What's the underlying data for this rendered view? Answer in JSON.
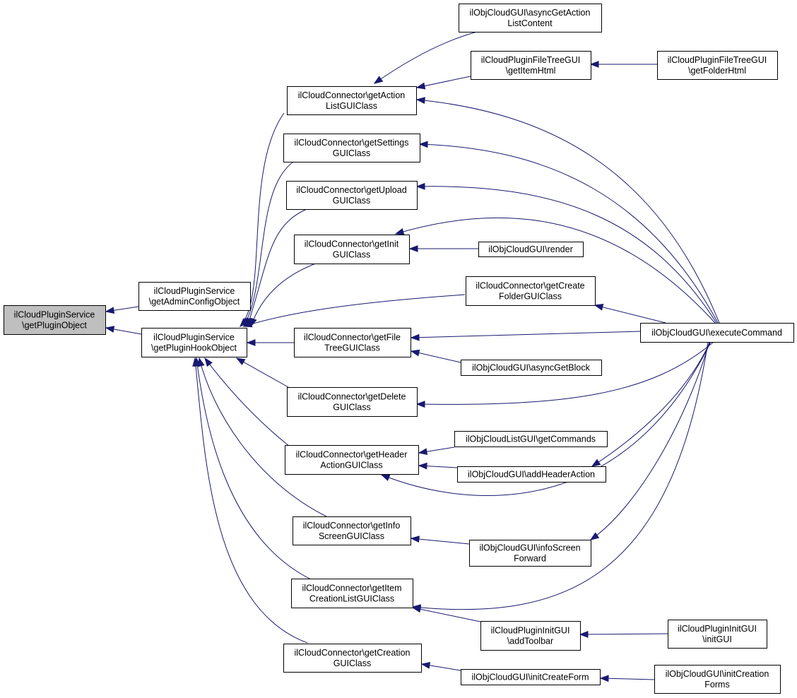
{
  "diagram": {
    "nodes": [
      {
        "id": "root",
        "lines": [
          "ilCloudPluginService",
          "\\getPluginObject"
        ],
        "root": true
      },
      {
        "id": "adminConfig",
        "lines": [
          "ilCloudPluginService",
          "\\getAdminConfigObject"
        ]
      },
      {
        "id": "hookObj",
        "lines": [
          "ilCloudPluginService",
          "\\getPluginHookObject"
        ]
      },
      {
        "id": "actionList",
        "lines": [
          "ilCloudConnector\\getAction",
          "ListGUIClass"
        ]
      },
      {
        "id": "settings",
        "lines": [
          "ilCloudConnector\\getSettings",
          "GUIClass"
        ]
      },
      {
        "id": "upload",
        "lines": [
          "ilCloudConnector\\getUpload",
          "GUIClass"
        ]
      },
      {
        "id": "init",
        "lines": [
          "ilCloudConnector\\getInit",
          "GUIClass"
        ]
      },
      {
        "id": "createFolder",
        "lines": [
          "ilCloudConnector\\getCreate",
          "FolderGUIClass"
        ]
      },
      {
        "id": "fileTree",
        "lines": [
          "ilCloudConnector\\getFile",
          "TreeGUIClass"
        ]
      },
      {
        "id": "delete",
        "lines": [
          "ilCloudConnector\\getDelete",
          "GUIClass"
        ]
      },
      {
        "id": "headerAction",
        "lines": [
          "ilCloudConnector\\getHeader",
          "ActionGUIClass"
        ]
      },
      {
        "id": "infoScreen",
        "lines": [
          "ilCloudConnector\\getInfo",
          "ScreenGUIClass"
        ]
      },
      {
        "id": "itemCreation",
        "lines": [
          "ilCloudConnector\\getItem",
          "CreationListGUIClass"
        ]
      },
      {
        "id": "creation",
        "lines": [
          "ilCloudConnector\\getCreation",
          "GUIClass"
        ]
      },
      {
        "id": "asyncAction",
        "lines": [
          "ilObjCloudGUI\\asyncGetAction",
          "ListContent"
        ]
      },
      {
        "id": "itemHtml",
        "lines": [
          "ilCloudPluginFileTreeGUI",
          "\\getItemHtml"
        ]
      },
      {
        "id": "folderHtml",
        "lines": [
          "ilCloudPluginFileTreeGUI",
          "\\getFolderHtml"
        ]
      },
      {
        "id": "render",
        "lines": [
          "ilObjCloudGUI\\render"
        ]
      },
      {
        "id": "executeCommand",
        "lines": [
          "ilObjCloudGUI\\executeCommand"
        ]
      },
      {
        "id": "asyncBlock",
        "lines": [
          "ilObjCloudGUI\\asyncGetBlock"
        ]
      },
      {
        "id": "getCommands",
        "lines": [
          "ilObjCloudListGUI\\getCommands"
        ]
      },
      {
        "id": "addHeaderAction",
        "lines": [
          "ilObjCloudGUI\\addHeaderAction"
        ]
      },
      {
        "id": "infoForward",
        "lines": [
          "ilObjCloudGUI\\infoScreen",
          "Forward"
        ]
      },
      {
        "id": "addToolbar",
        "lines": [
          "ilCloudPluginInitGUI",
          "\\addToolbar"
        ]
      },
      {
        "id": "initGUI",
        "lines": [
          "ilCloudPluginInitGUI",
          "\\initGUI"
        ]
      },
      {
        "id": "initCreateForm",
        "lines": [
          "ilObjCloudGUI\\initCreateForm"
        ]
      },
      {
        "id": "initCreationForms",
        "lines": [
          "ilObjCloudGUI\\initCreation",
          "Forms"
        ]
      }
    ],
    "edges": [
      {
        "from": "adminConfig",
        "to": "root"
      },
      {
        "from": "hookObj",
        "to": "root"
      },
      {
        "from": "actionList",
        "to": "hookObj"
      },
      {
        "from": "settings",
        "to": "hookObj"
      },
      {
        "from": "upload",
        "to": "hookObj"
      },
      {
        "from": "init",
        "to": "hookObj"
      },
      {
        "from": "createFolder",
        "to": "hookObj"
      },
      {
        "from": "fileTree",
        "to": "hookObj"
      },
      {
        "from": "delete",
        "to": "hookObj"
      },
      {
        "from": "headerAction",
        "to": "hookObj"
      },
      {
        "from": "infoScreen",
        "to": "hookObj"
      },
      {
        "from": "itemCreation",
        "to": "hookObj"
      },
      {
        "from": "creation",
        "to": "hookObj"
      },
      {
        "from": "asyncAction",
        "to": "actionList"
      },
      {
        "from": "itemHtml",
        "to": "actionList"
      },
      {
        "from": "executeCommand",
        "to": "actionList"
      },
      {
        "from": "folderHtml",
        "to": "itemHtml"
      },
      {
        "from": "executeCommand",
        "to": "settings"
      },
      {
        "from": "executeCommand",
        "to": "upload"
      },
      {
        "from": "render",
        "to": "init"
      },
      {
        "from": "executeCommand",
        "to": "init"
      },
      {
        "from": "executeCommand",
        "to": "createFolder"
      },
      {
        "from": "executeCommand",
        "to": "fileTree"
      },
      {
        "from": "asyncBlock",
        "to": "fileTree"
      },
      {
        "from": "executeCommand",
        "to": "delete"
      },
      {
        "from": "getCommands",
        "to": "headerAction"
      },
      {
        "from": "addHeaderAction",
        "to": "headerAction"
      },
      {
        "from": "executeCommand",
        "to": "headerAction"
      },
      {
        "from": "executeCommand",
        "to": "addHeaderAction"
      },
      {
        "from": "infoForward",
        "to": "infoScreen"
      },
      {
        "from": "executeCommand",
        "to": "infoForward"
      },
      {
        "from": "executeCommand",
        "to": "itemCreation"
      },
      {
        "from": "addToolbar",
        "to": "itemCreation"
      },
      {
        "from": "initGUI",
        "to": "addToolbar"
      },
      {
        "from": "initCreateForm",
        "to": "creation"
      },
      {
        "from": "initCreationForms",
        "to": "initCreateForm"
      }
    ]
  },
  "colors": {
    "edge": "#191970",
    "node_border": "#000000",
    "root_fill": "#bfbfbf",
    "node_fill": "#ffffff"
  }
}
